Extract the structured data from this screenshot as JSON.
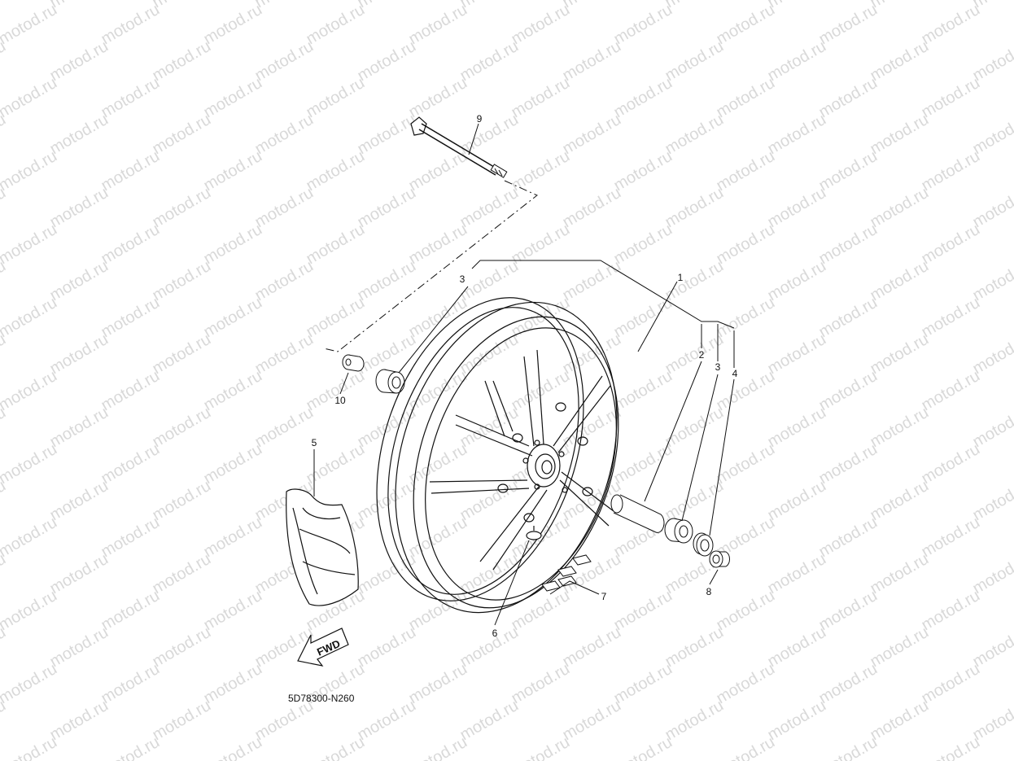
{
  "watermark": {
    "text": "motod.ru",
    "color": "#d9d9d9"
  },
  "diagram": {
    "code": "5D78300-N260",
    "fwd_label": "FWD",
    "callouts": [
      {
        "id": "c1",
        "label": "1"
      },
      {
        "id": "c2",
        "label": "2"
      },
      {
        "id": "c3a",
        "label": "3"
      },
      {
        "id": "c3b",
        "label": "3"
      },
      {
        "id": "c4",
        "label": "4"
      },
      {
        "id": "c5",
        "label": "5"
      },
      {
        "id": "c6",
        "label": "6"
      },
      {
        "id": "c7",
        "label": "7"
      },
      {
        "id": "c8",
        "label": "8"
      },
      {
        "id": "c9",
        "label": "9"
      },
      {
        "id": "c10",
        "label": "10"
      }
    ]
  }
}
